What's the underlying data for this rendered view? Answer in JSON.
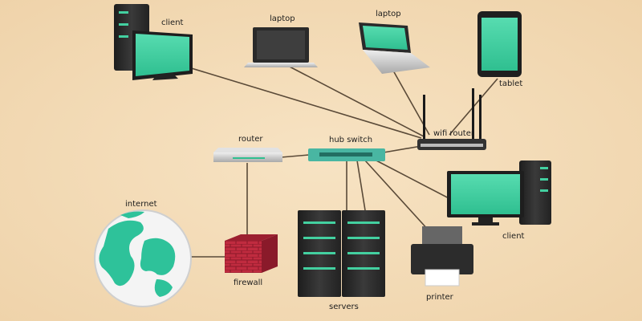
{
  "labels": {
    "client_top": "client",
    "laptop_1": "laptop",
    "laptop_2": "laptop",
    "tablet": "tablet",
    "router": "router",
    "hub_switch": "hub switch",
    "wifi_router": "wifi router",
    "internet": "internet",
    "firewall": "firewall",
    "servers": "servers",
    "printer": "printer",
    "client_right": "client"
  },
  "colors": {
    "background": "#f0d7b1",
    "screen": "#43d0a0",
    "case": "#2b2b2b",
    "cable": "#5a4a38",
    "globe_land": "#2ec29a",
    "firewall": "#b8283a"
  }
}
